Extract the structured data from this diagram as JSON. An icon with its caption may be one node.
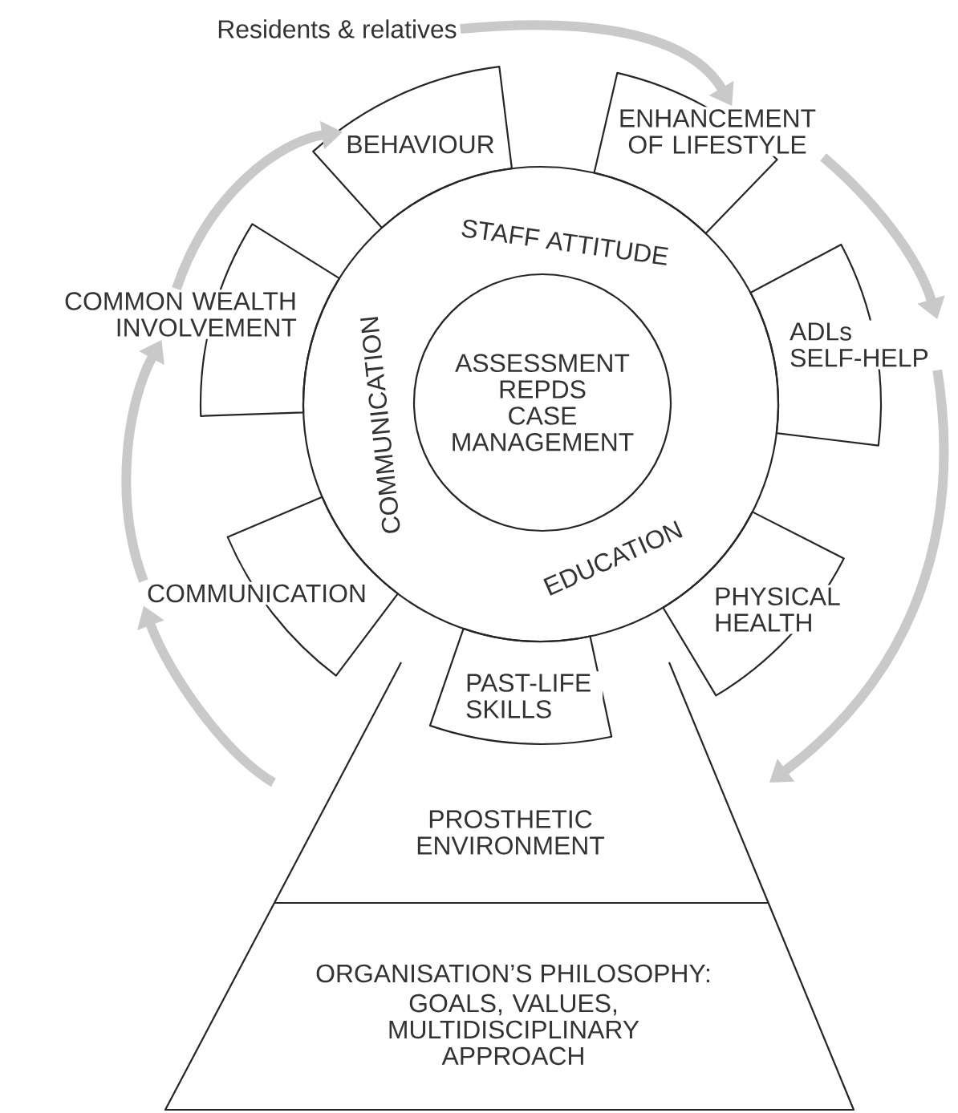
{
  "diagram": {
    "nodes": [
      {
        "text": [
          "STAFF ATTITUDE",
          "COMMUNICATION",
          "EDUCATION"
        ]
      },
      {
        "text": [
          "ASSESSMENT REPDS CASE MANAGEMENT"
        ],
        "in": 0
      },
      {
        "text": [
          "BEHAVIOUR"
        ]
      },
      {
        "text": [
          "ENHANCEMENT OF LIFESTYLE"
        ]
      },
      {
        "text": [
          "ADLs SELF-HELP"
        ]
      },
      {
        "text": [
          "COMMON WEALTH INVOLVEMENT"
        ]
      },
      {
        "text": [
          "COMMUNICATION"
        ]
      },
      {
        "text": [
          "PHYSICAL HEALTH"
        ]
      },
      {
        "text": [
          "PAST-LIFE SKILLS"
        ]
      },
      {
        "text": [
          "PROSTHETIC ENVIRONMENT"
        ]
      },
      {
        "text": [
          "ORGANISATION’S PHILOSOPHY:",
          "GOALS, VALUES, MULTIDISCIPLINARY APPROACH"
        ]
      },
      {
        "text": [
          "Residents & relatives"
        ]
      }
    ],
    "edges": [
      {
        "from": 11,
        "to": 3,
        "arrow": "to"
      },
      {
        "from": 3,
        "to": 4,
        "arrow": "to"
      },
      {
        "from": 4,
        "to": 9,
        "arrow": "to"
      },
      {
        "from": 9,
        "to": 6,
        "arrow": "to"
      },
      {
        "from": 6,
        "to": 5,
        "arrow": "to"
      },
      {
        "from": 5,
        "to": 2,
        "arrow": "to"
      }
    ]
  }
}
